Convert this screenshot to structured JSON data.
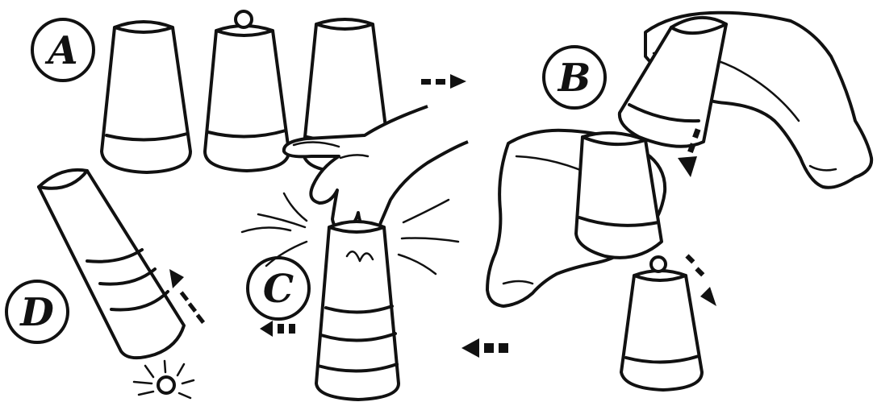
{
  "steps": {
    "a": {
      "label": "A"
    },
    "b": {
      "label": "B"
    },
    "c": {
      "label": "C"
    },
    "d": {
      "label": "D"
    }
  },
  "colors": {
    "ink": "#111111",
    "paper": "#ffffff"
  }
}
